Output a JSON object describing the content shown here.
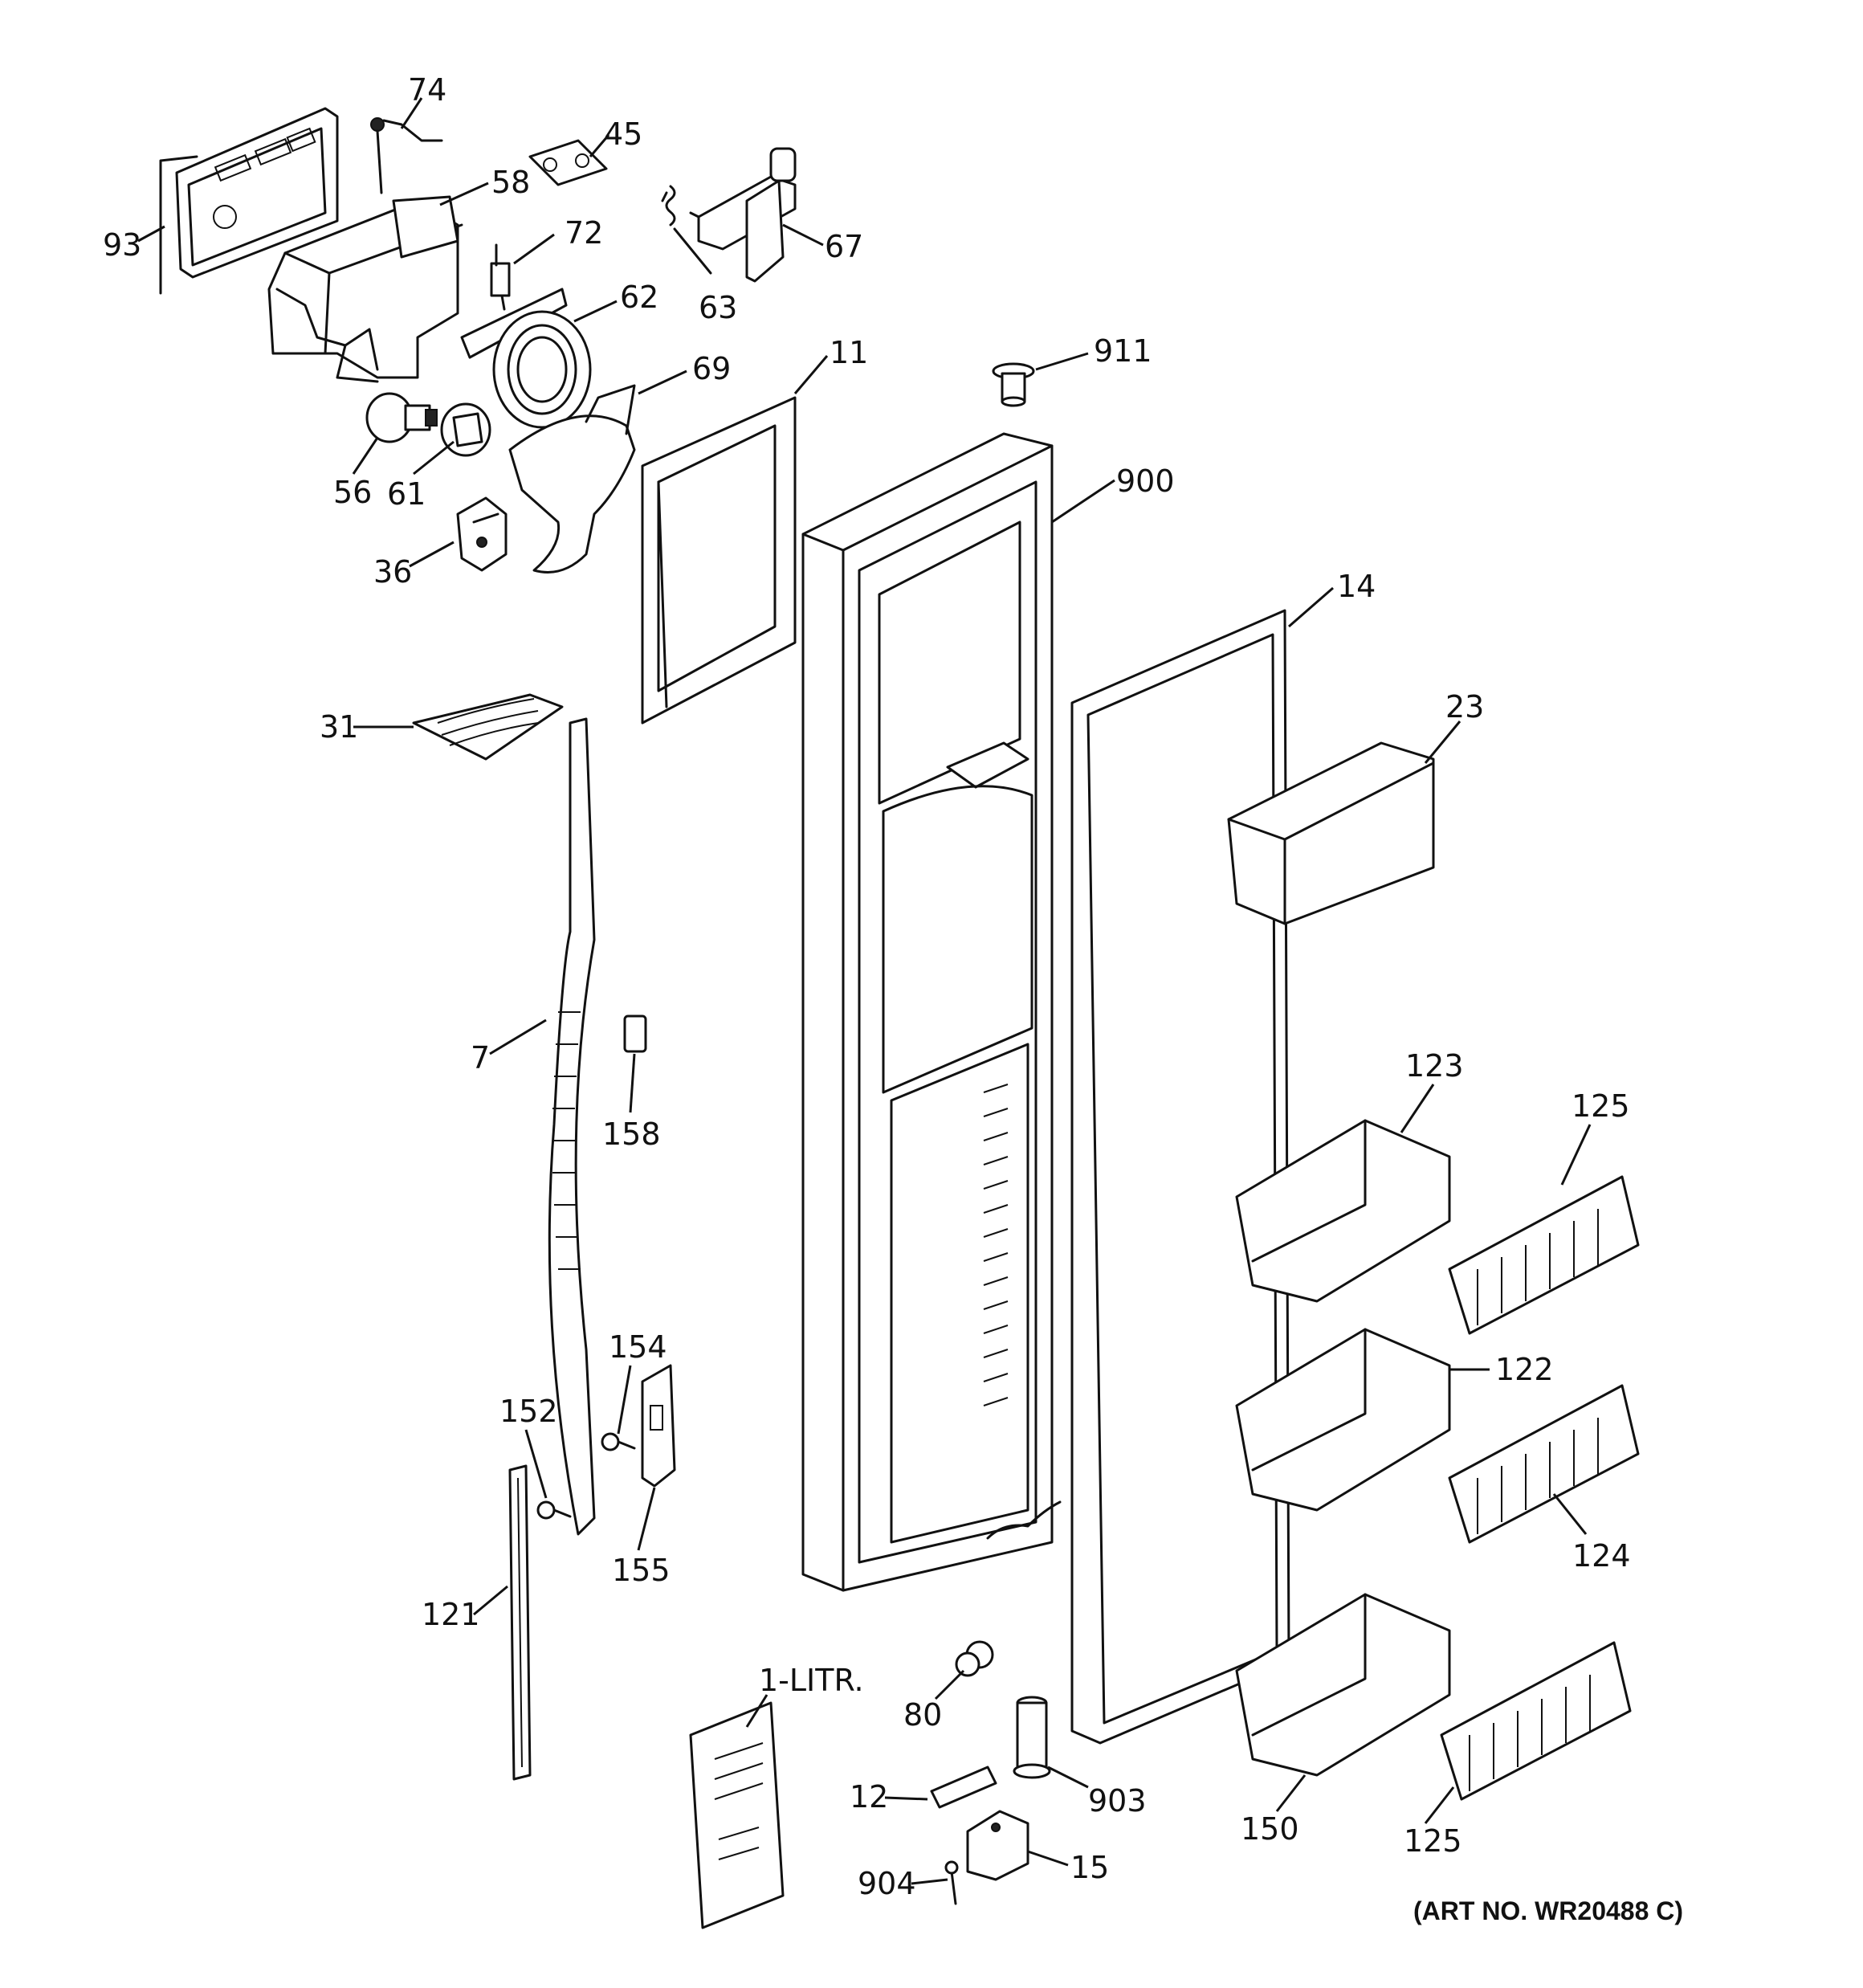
{
  "callouts": [
    {
      "id": "74",
      "text": "74"
    },
    {
      "id": "45",
      "text": "45"
    },
    {
      "id": "58",
      "text": "58"
    },
    {
      "id": "93",
      "text": "93"
    },
    {
      "id": "72",
      "text": "72"
    },
    {
      "id": "67",
      "text": "67"
    },
    {
      "id": "63",
      "text": "63"
    },
    {
      "id": "62",
      "text": "62"
    },
    {
      "id": "11",
      "text": "11"
    },
    {
      "id": "911",
      "text": "911"
    },
    {
      "id": "69",
      "text": "69"
    },
    {
      "id": "56",
      "text": "56"
    },
    {
      "id": "61",
      "text": "61"
    },
    {
      "id": "900",
      "text": "900"
    },
    {
      "id": "36",
      "text": "36"
    },
    {
      "id": "14",
      "text": "14"
    },
    {
      "id": "23",
      "text": "23"
    },
    {
      "id": "31",
      "text": "31"
    },
    {
      "id": "7",
      "text": "7"
    },
    {
      "id": "158",
      "text": "158"
    },
    {
      "id": "123",
      "text": "123"
    },
    {
      "id": "125a",
      "text": "125"
    },
    {
      "id": "154",
      "text": "154"
    },
    {
      "id": "152",
      "text": "152"
    },
    {
      "id": "122",
      "text": "122"
    },
    {
      "id": "155",
      "text": "155"
    },
    {
      "id": "124",
      "text": "124"
    },
    {
      "id": "121",
      "text": "121"
    },
    {
      "id": "1litr",
      "text": "1-LITR."
    },
    {
      "id": "80",
      "text": "80"
    },
    {
      "id": "12",
      "text": "12"
    },
    {
      "id": "903",
      "text": "903"
    },
    {
      "id": "150",
      "text": "150"
    },
    {
      "id": "125b",
      "text": "125"
    },
    {
      "id": "904",
      "text": "904"
    },
    {
      "id": "15",
      "text": "15"
    }
  ],
  "art_number": "(ART NO. WR20488 C)"
}
